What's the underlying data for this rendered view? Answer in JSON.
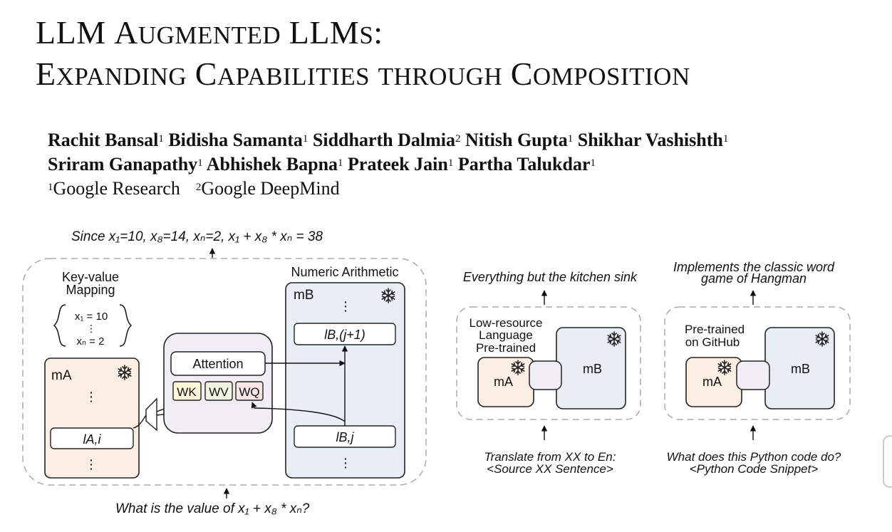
{
  "paper": {
    "title_line1": {
      "w1_cap": "LLM",
      "w2_cap": "A",
      "w2_rest": "UGMENTED",
      "w3_cap": "LLM",
      "w3_rest": "S",
      "colon": ":"
    },
    "title_line2": {
      "w1_cap": "E",
      "w1_rest": "XPANDING",
      "w2_cap": "C",
      "w2_rest": "APABILITIES",
      "w3": "THROUGH",
      "w4_cap": "C",
      "w4_rest": "OMPOSITION"
    },
    "authors": [
      {
        "name": "Rachit Bansal",
        "aff": "1"
      },
      {
        "name": "Bidisha Samanta",
        "aff": "1"
      },
      {
        "name": "Siddharth Dalmia",
        "aff": "2"
      },
      {
        "name": "Nitish Gupta",
        "aff": "1"
      },
      {
        "name": "Shikhar Vashishth",
        "aff": "1"
      },
      {
        "name": "Sriram Ganapathy",
        "aff": "1"
      },
      {
        "name": "Abhishek Bapna",
        "aff": "1"
      },
      {
        "name": "Prateek Jain",
        "aff": "1"
      },
      {
        "name": "Partha Talukdar",
        "aff": "1"
      }
    ],
    "affiliations": [
      {
        "num": "1",
        "name": "Google Research"
      },
      {
        "num": "2",
        "name": "Google DeepMind"
      }
    ]
  },
  "figure": {
    "left": {
      "top_text": "Since x₁=10, x₈=14, xₙ=2, x₁ + x₈ * xₙ = 38",
      "bottom_text": "What is the value of x₁ + x₈ * xₙ?",
      "kv_title_1": "Key-value",
      "kv_title_2": "Mapping",
      "kv_line1": "x₁ = 10",
      "kv_line2": "xₙ = 2",
      "num_title": "Numeric Arithmetic",
      "ma_label": "mA",
      "ma_layer": "lA,i",
      "mb_label": "mB",
      "mb_layer_top": "lB,(j+1)",
      "mb_layer_bottom": "lB,j",
      "attention": "Attention",
      "wk": "WK",
      "wv": "WV",
      "wq": "WQ",
      "dots": "⋮"
    },
    "middle": {
      "top_text": "Everything but the kitchen sink",
      "inner_label_1": "Low-resource",
      "inner_label_2": "Language",
      "inner_label_3": "Pre-trained",
      "ma_label": "mA",
      "mb_label": "mB",
      "bottom_text_1": "Translate from XX to En:",
      "bottom_text_2": "<Source XX Sentence>"
    },
    "right": {
      "top_text_1": "Implements the classic word",
      "top_text_2": "game of Hangman",
      "inner_label_1": "Pre-trained",
      "inner_label_2": "on GitHub",
      "ma_label": "mA",
      "mb_label": "mB",
      "bottom_text_1": "What does this Python code do?",
      "bottom_text_2": "<Python Code Snippet>"
    },
    "icons": [
      "snowflake-icon",
      "arrow-icon"
    ],
    "colors": {
      "ma_fill": "#fbeee2",
      "mb_fill": "#e9eef6",
      "wk_fill": "#fdf6d8",
      "wv_fill": "#eef5e2",
      "wq_fill": "#f7e4e4",
      "attn_fill": "#f0eef4"
    }
  }
}
